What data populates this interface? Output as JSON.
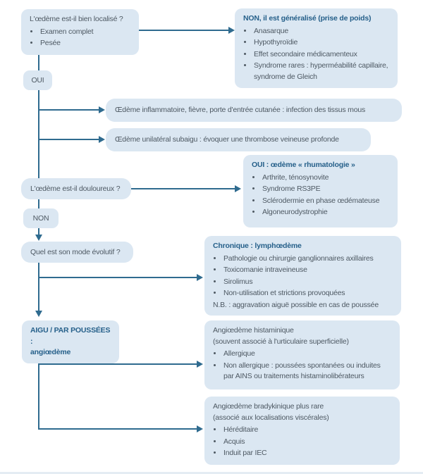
{
  "colors": {
    "box_fill": "#dbe7f2",
    "header_text": "#26608a",
    "body_text": "#4e5963",
    "arrow": "#2f6b8f",
    "divider": "#e4ecf3",
    "background": "#ffffff"
  },
  "nodes": {
    "q_localise": {
      "question": "L'œdème est-il bien localisé ?",
      "items": [
        "Examen complet",
        "Pesée"
      ]
    },
    "oui_label": "OUI",
    "generalise": {
      "title": "NON, il est généralisé (prise de poids)",
      "items": [
        "Anasarque",
        "Hypothyroïdie",
        "Effet secondaire médicamenteux",
        "Syndrome rares : hyperméabilité capillaire, syndrome de Gleich"
      ]
    },
    "inflammatoire": {
      "text": "Œdème inflammatoire, fièvre, porte d'entrée cutanée : infection des tissus mous"
    },
    "unilateral": {
      "text": "Œdème unilatéral subaigu : évoquer une thrombose veineuse profonde"
    },
    "q_douloureux": {
      "question": "L'œdème est-il douloureux ?"
    },
    "rhumatologie": {
      "title": "OUI : œdème « rhumatologie »",
      "items": [
        "Arthrite, ténosynovite",
        "Syndrome RS3PE",
        "Sclérodermie en phase œdémateuse",
        "Algoneurodystrophie"
      ]
    },
    "non_label": "NON",
    "q_evolutif": {
      "question": "Quel est son mode évolutif ?"
    },
    "chronique": {
      "title": "Chronique : lymphœdème",
      "items": [
        "Pathologie ou chirurgie ganglionnaires axillaires",
        "Toxicomanie intraveineuse",
        "Sirolimus",
        "Non-utilisation et strictions provoquées"
      ],
      "note": "N.B. : aggravation aiguë possible en cas de poussée"
    },
    "aigu": {
      "title_line1": "AIGU / PAR POUSSÉES :",
      "title_line2": "angiœdème"
    },
    "histaminique": {
      "title_line1": "Angiœdème histaminique",
      "title_line2": "(souvent associé à l'urticulaire superficielle)",
      "items": [
        "Allergique",
        "Non allergique : poussées spontanées ou induites par AINS ou traitements histaminolibérateurs"
      ]
    },
    "bradykinique": {
      "title_line1": "Angiœdème bradykinique plus rare",
      "title_line2": "(associé aux localisations viscérales)",
      "items": [
        "Héréditaire",
        "Acquis",
        "Induit par IEC"
      ]
    }
  }
}
